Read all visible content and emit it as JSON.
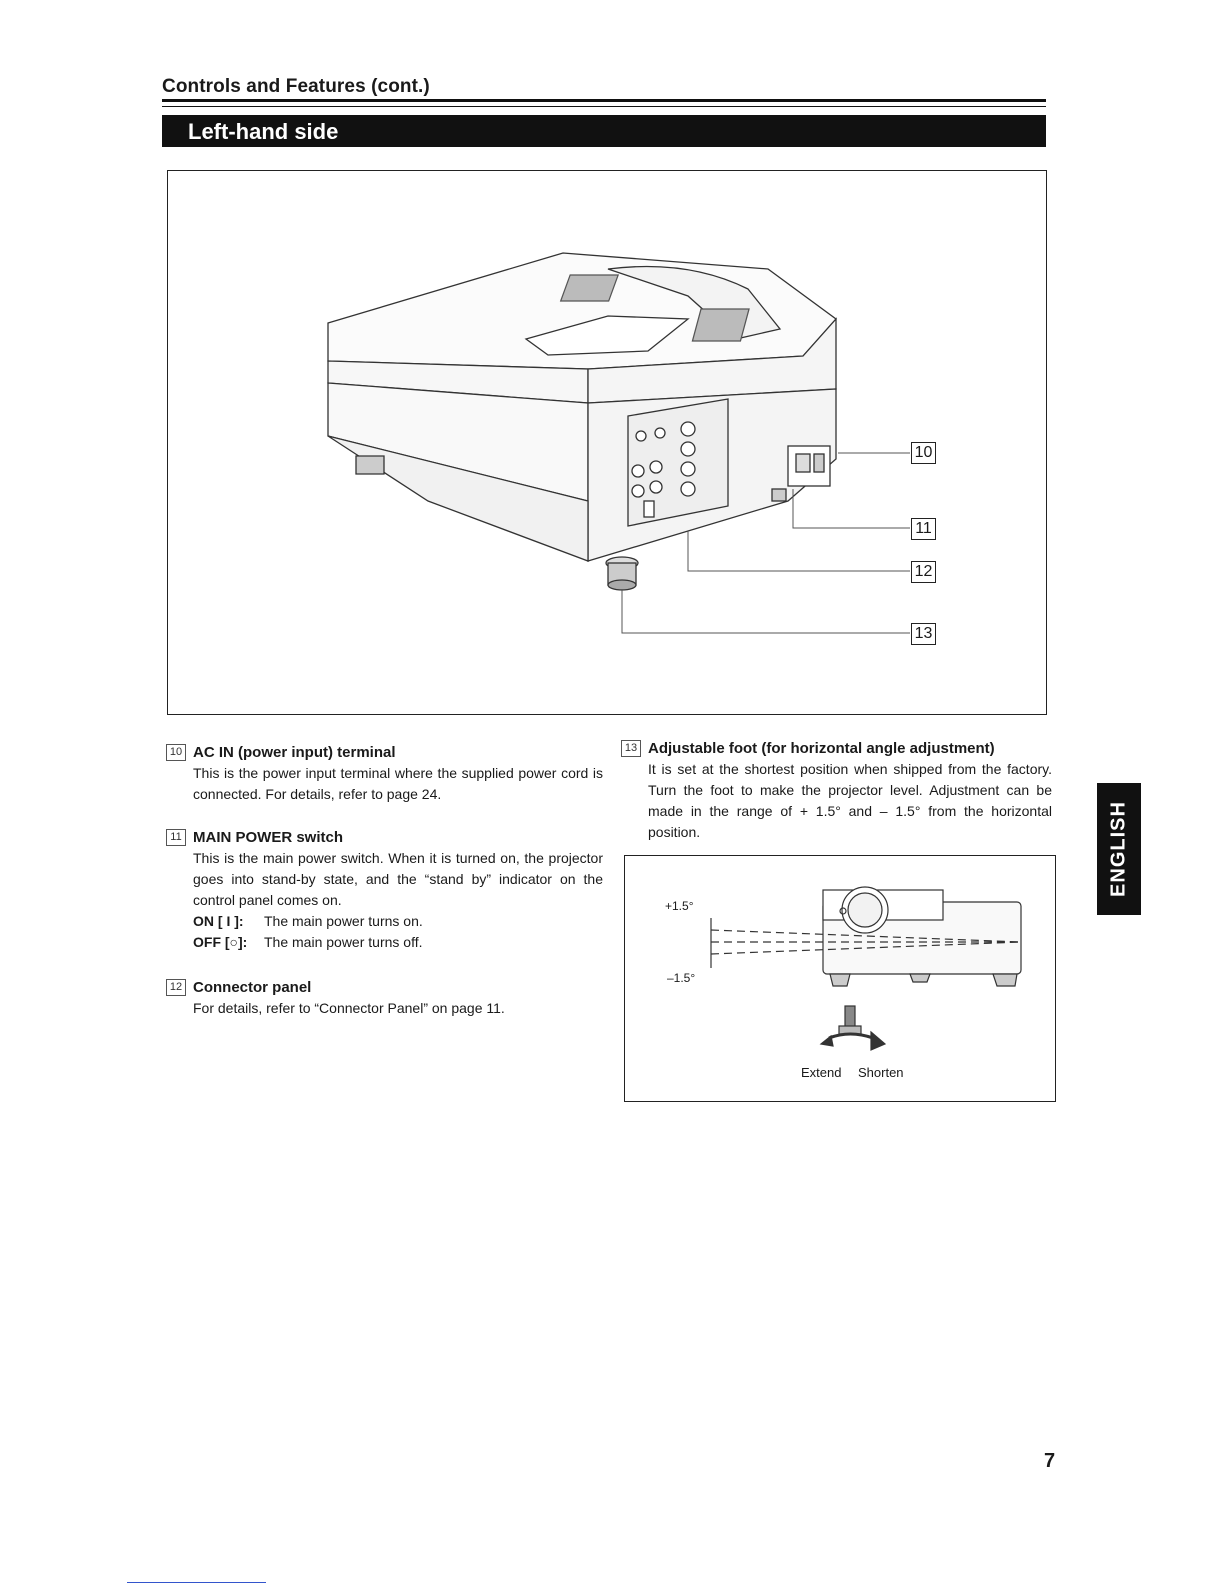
{
  "header": {
    "title": "Controls and Features (cont.)",
    "section": "Left-hand side"
  },
  "figure": {
    "callouts": [
      "10",
      "11",
      "12",
      "13"
    ]
  },
  "items": [
    {
      "num": "10",
      "title": "AC IN (power input) terminal",
      "text": "This is the power input terminal where the supplied power cord is connected. For details, refer to page 24."
    },
    {
      "num": "11",
      "title": "MAIN POWER switch",
      "text": "This is the main power switch. When it is turned on, the projector goes into stand-by state, and the “stand by” indicator on the control panel comes on.",
      "on_label": "ON [ I ]:",
      "on_text": "The main power turns on.",
      "off_label": "OFF [○]:",
      "off_text": "The main power turns off."
    },
    {
      "num": "12",
      "title": "Connector panel",
      "text": "For details, refer to “Connector Panel” on page 11."
    },
    {
      "num": "13",
      "title": "Adjustable foot (for horizontal angle adjustment)",
      "text": "It is set at the shortest position when shipped from the factory. Turn the foot to make the projector level. Adjustment can be made in the range of + 1.5° and – 1.5° from the horizontal position."
    }
  ],
  "foot_diagram": {
    "plus_angle": "+1.5°",
    "minus_angle": "–1.5°",
    "extend": "Extend",
    "shorten": "Shorten"
  },
  "sidebar": {
    "language": "ENGLISH"
  },
  "page_number": "7"
}
